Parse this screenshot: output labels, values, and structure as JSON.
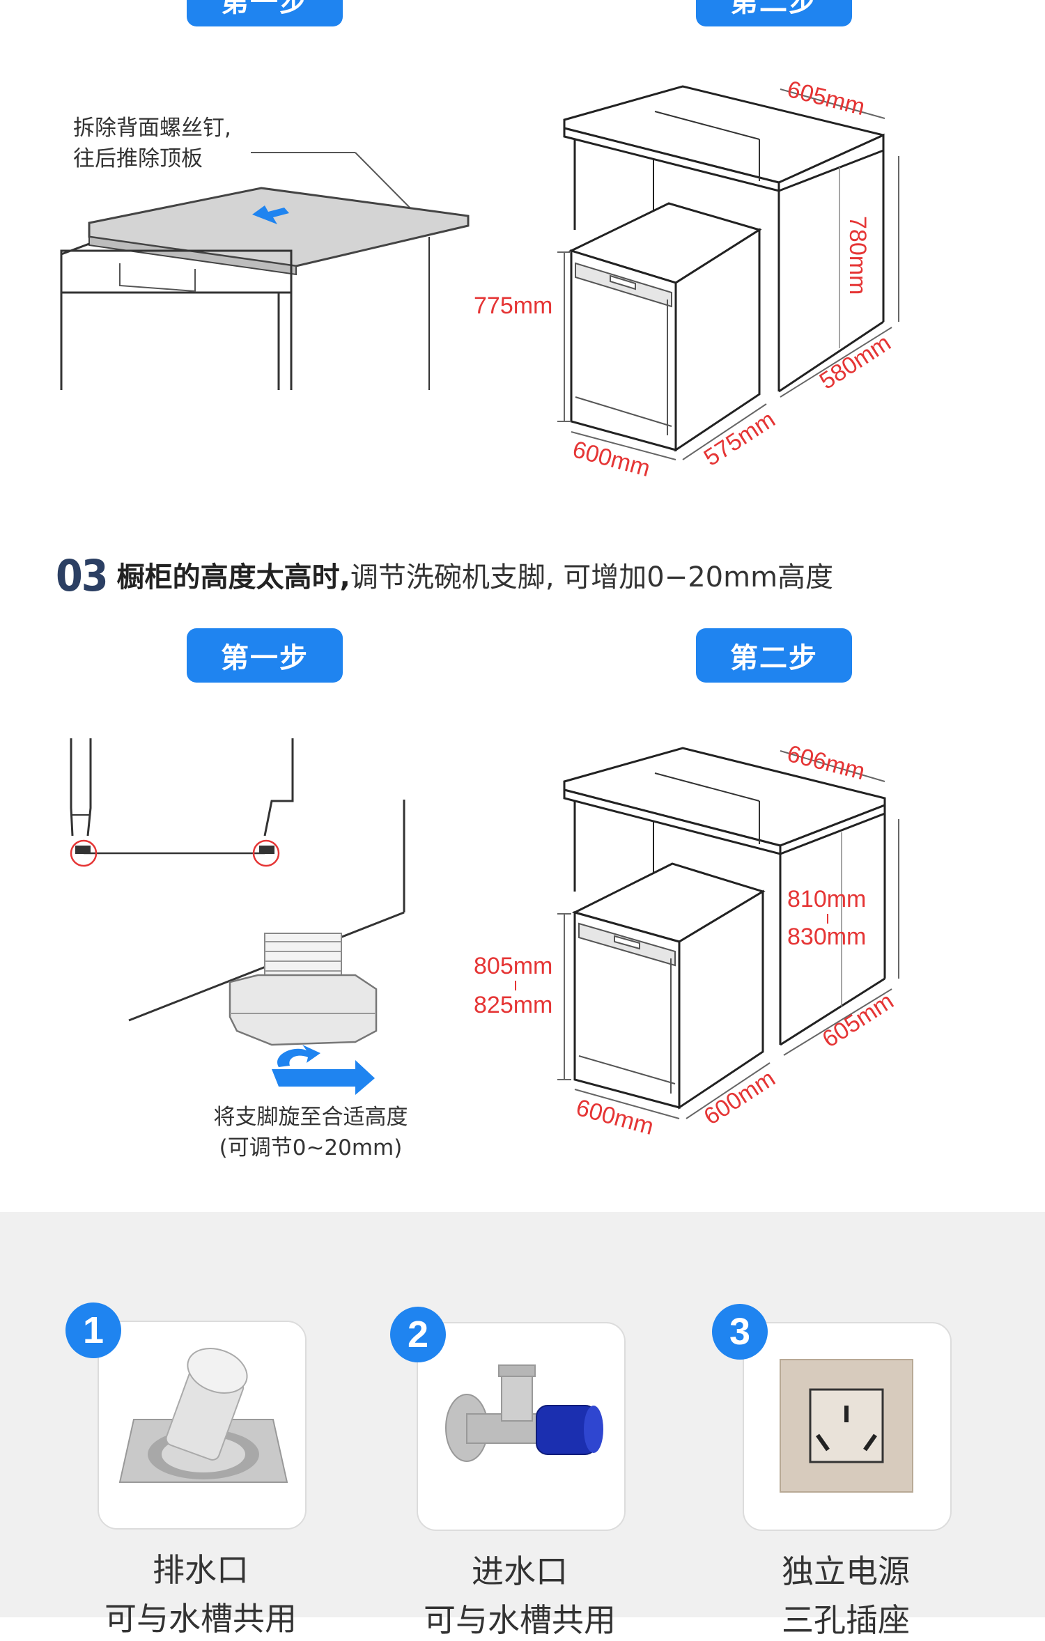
{
  "top_steps": {
    "step1": "第一步",
    "step2": "第二步"
  },
  "remove_note": {
    "line1": "拆除背面螺丝钉,",
    "line2": "往后推除顶板"
  },
  "diagram1_dims": {
    "top_width": "605mm",
    "cabinet_height": "780mm",
    "cabinet_depth": "580mm",
    "machine_height": "775mm",
    "machine_width": "600mm",
    "machine_depth": "575mm"
  },
  "section3": {
    "number": "03",
    "bold_text": "橱柜的高度太高时,",
    "text": "调节洗碗机支脚, 可增加0−20mm高度"
  },
  "mid_steps": {
    "step1": "第一步",
    "step2": "第二步"
  },
  "foot_note": {
    "line1": "将支脚旋至合适高度",
    "line2": "(可调节0~20mm)"
  },
  "diagram2_dims": {
    "top_width": "606mm",
    "cabinet_height_min": "810mm",
    "cabinet_height_max": "830mm",
    "cabinet_depth": "605mm",
    "machine_height_min": "805mm",
    "machine_height_max": "825mm",
    "machine_width": "600mm",
    "machine_depth": "600mm"
  },
  "requirements": [
    {
      "badge": "1",
      "title": "排水口",
      "subtitle": "可与水槽共用",
      "icon": "floor-drain-icon"
    },
    {
      "badge": "2",
      "title": "进水口",
      "subtitle": "可与水槽共用",
      "icon": "angle-valve-icon"
    },
    {
      "badge": "3",
      "title": "独立电源",
      "subtitle": "三孔插座",
      "icon": "power-socket-icon"
    }
  ],
  "colors": {
    "accent": "#1f84f0",
    "dimension": "#e53535",
    "heading_number": "#2b3f63"
  }
}
